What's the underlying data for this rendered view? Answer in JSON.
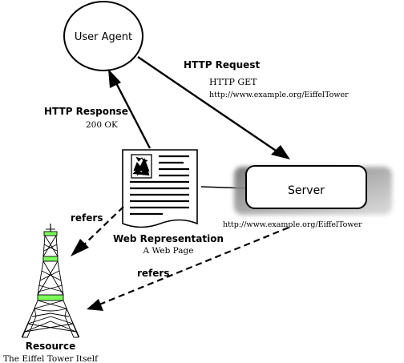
{
  "diagram": {
    "nodes": {
      "user_agent": {
        "label": "User Agent"
      },
      "server": {
        "label": "Server",
        "url": "http://www.example.org/EiffelTower"
      },
      "web_representation": {
        "label": "Web Representation",
        "sublabel": "A Web Page"
      },
      "resource": {
        "label": "Resource",
        "sublabel": "The Eiffel Tower Itself"
      }
    },
    "edges": {
      "request": {
        "label": "HTTP Request",
        "method": "HTTP GET",
        "url": "http://www.example.org/EiffelTower"
      },
      "response": {
        "label": "HTTP Response",
        "status": "200 OK"
      },
      "refers_from_page": {
        "label": "refers"
      },
      "refers_from_server": {
        "label": "refers"
      }
    },
    "colors": {
      "stroke": "#000000",
      "tower_highlight": "#7CFF5A",
      "shadow": "#bdbdbd"
    }
  }
}
